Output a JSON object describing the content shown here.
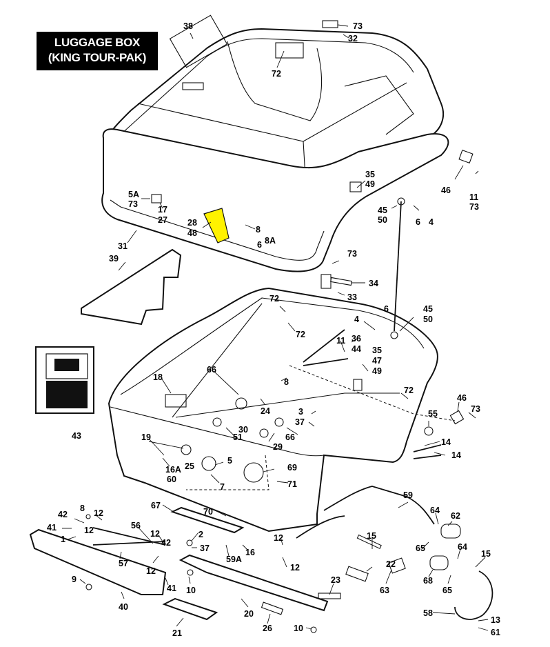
{
  "title": {
    "line1": "LUGGAGE BOX",
    "line2": "(KING TOUR-PAK)"
  },
  "highlight_color": "#fff200",
  "callouts": [
    {
      "id": "c38",
      "text": "38"
    },
    {
      "id": "c73a",
      "text": "73"
    },
    {
      "id": "c32",
      "text": "32"
    },
    {
      "id": "c72a",
      "text": "72"
    },
    {
      "id": "c5A",
      "text": "5A"
    },
    {
      "id": "c73b",
      "text": "73"
    },
    {
      "id": "c17",
      "text": "17"
    },
    {
      "id": "c27",
      "text": "27"
    },
    {
      "id": "c28",
      "text": "28"
    },
    {
      "id": "c48",
      "text": "48"
    },
    {
      "id": "c8a",
      "text": "8"
    },
    {
      "id": "c6a",
      "text": "6"
    },
    {
      "id": "c8A",
      "text": "8A"
    },
    {
      "id": "c31",
      "text": "31"
    },
    {
      "id": "c35a",
      "text": "35"
    },
    {
      "id": "c49a",
      "text": "49"
    },
    {
      "id": "c46a",
      "text": "46"
    },
    {
      "id": "c11a",
      "text": "11"
    },
    {
      "id": "c73c",
      "text": "73"
    },
    {
      "id": "c45a",
      "text": "45"
    },
    {
      "id": "c50a",
      "text": "50"
    },
    {
      "id": "c6b",
      "text": "6"
    },
    {
      "id": "c4a",
      "text": "4"
    },
    {
      "id": "c39",
      "text": "39"
    },
    {
      "id": "c73d",
      "text": "73"
    },
    {
      "id": "c34",
      "text": "34"
    },
    {
      "id": "c33",
      "text": "33"
    },
    {
      "id": "c72b",
      "text": "72"
    },
    {
      "id": "c72c",
      "text": "72"
    },
    {
      "id": "c4b",
      "text": "4"
    },
    {
      "id": "c6c",
      "text": "6"
    },
    {
      "id": "c45b",
      "text": "45"
    },
    {
      "id": "c50b",
      "text": "50"
    },
    {
      "id": "c11b",
      "text": "11"
    },
    {
      "id": "c36",
      "text": "36"
    },
    {
      "id": "c44",
      "text": "44"
    },
    {
      "id": "c35b",
      "text": "35"
    },
    {
      "id": "c47",
      "text": "47"
    },
    {
      "id": "c49b",
      "text": "49"
    },
    {
      "id": "c43",
      "text": "43"
    },
    {
      "id": "c18",
      "text": "18"
    },
    {
      "id": "c66a",
      "text": "66"
    },
    {
      "id": "c8b",
      "text": "8"
    },
    {
      "id": "c24",
      "text": "24"
    },
    {
      "id": "c30",
      "text": "30"
    },
    {
      "id": "c3",
      "text": "3"
    },
    {
      "id": "c37a",
      "text": "37"
    },
    {
      "id": "c72d",
      "text": "72"
    },
    {
      "id": "c46b",
      "text": "46"
    },
    {
      "id": "c73e",
      "text": "73"
    },
    {
      "id": "c55",
      "text": "55"
    },
    {
      "id": "c51",
      "text": "51"
    },
    {
      "id": "c66b",
      "text": "66"
    },
    {
      "id": "c29",
      "text": "29"
    },
    {
      "id": "c14a",
      "text": "14"
    },
    {
      "id": "c14b",
      "text": "14"
    },
    {
      "id": "c19",
      "text": "19"
    },
    {
      "id": "c25",
      "text": "25"
    },
    {
      "id": "c16A",
      "text": "16A"
    },
    {
      "id": "c60",
      "text": "60"
    },
    {
      "id": "c5",
      "text": "5"
    },
    {
      "id": "c7",
      "text": "7"
    },
    {
      "id": "c69",
      "text": "69"
    },
    {
      "id": "c71",
      "text": "71"
    },
    {
      "id": "c59",
      "text": "59"
    },
    {
      "id": "c8c",
      "text": "8"
    },
    {
      "id": "c42a",
      "text": "42"
    },
    {
      "id": "c12a",
      "text": "12"
    },
    {
      "id": "c41",
      "text": "41"
    },
    {
      "id": "c1",
      "text": "1"
    },
    {
      "id": "c12b",
      "text": "12"
    },
    {
      "id": "c56",
      "text": "56"
    },
    {
      "id": "c67",
      "text": "67"
    },
    {
      "id": "c70",
      "text": "70"
    },
    {
      "id": "c64a",
      "text": "64"
    },
    {
      "id": "c62",
      "text": "62"
    },
    {
      "id": "c2",
      "text": "2"
    },
    {
      "id": "c12c",
      "text": "12"
    },
    {
      "id": "c42b",
      "text": "42"
    },
    {
      "id": "c37b",
      "text": "37"
    },
    {
      "id": "c16",
      "text": "16"
    },
    {
      "id": "c59A",
      "text": "59A"
    },
    {
      "id": "c12d",
      "text": "12"
    },
    {
      "id": "c12e",
      "text": "12"
    },
    {
      "id": "c15a",
      "text": "15"
    },
    {
      "id": "c65a",
      "text": "65"
    },
    {
      "id": "c64b",
      "text": "64"
    },
    {
      "id": "c15b",
      "text": "15"
    },
    {
      "id": "c57",
      "text": "57"
    },
    {
      "id": "c12f",
      "text": "12"
    },
    {
      "id": "c41b",
      "text": "41"
    },
    {
      "id": "c9",
      "text": "9"
    },
    {
      "id": "c10a",
      "text": "10"
    },
    {
      "id": "c22",
      "text": "22"
    },
    {
      "id": "c23",
      "text": "23"
    },
    {
      "id": "c63",
      "text": "63"
    },
    {
      "id": "c68",
      "text": "68"
    },
    {
      "id": "c65b",
      "text": "65"
    },
    {
      "id": "c40",
      "text": "40"
    },
    {
      "id": "c20",
      "text": "20"
    },
    {
      "id": "c26",
      "text": "26"
    },
    {
      "id": "c21",
      "text": "21"
    },
    {
      "id": "c10b",
      "text": "10"
    },
    {
      "id": "c58",
      "text": "58"
    },
    {
      "id": "c13",
      "text": "13"
    },
    {
      "id": "c61",
      "text": "61"
    }
  ]
}
